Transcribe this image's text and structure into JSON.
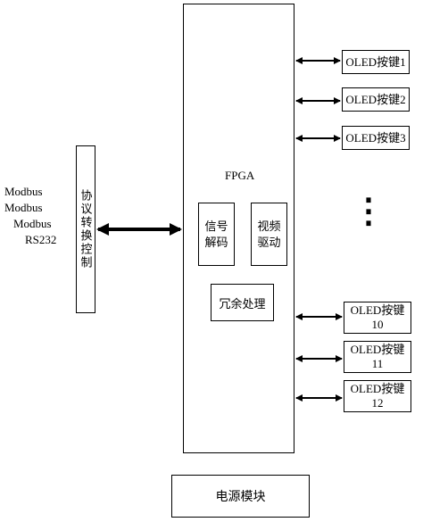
{
  "left_labels": [
    "Modbus",
    "Modbus",
    "Modbus",
    "RS232"
  ],
  "protocol_box": "协议转换控制",
  "fpga": {
    "title": "FPGA",
    "signal_decode": "信号\n解码",
    "video_drive": "视频\n驱动",
    "redundancy": "冗余处理"
  },
  "oled_top": [
    "OLED按键1",
    "OLED按键2",
    "OLED按键3"
  ],
  "ellipsis": "⋮",
  "oled_bottom": [
    {
      "l1": "OLED按键",
      "l2": "10"
    },
    {
      "l1": "OLED按键",
      "l2": "11"
    },
    {
      "l1": "OLED按键",
      "l2": "12"
    }
  ],
  "power": "电源模块"
}
